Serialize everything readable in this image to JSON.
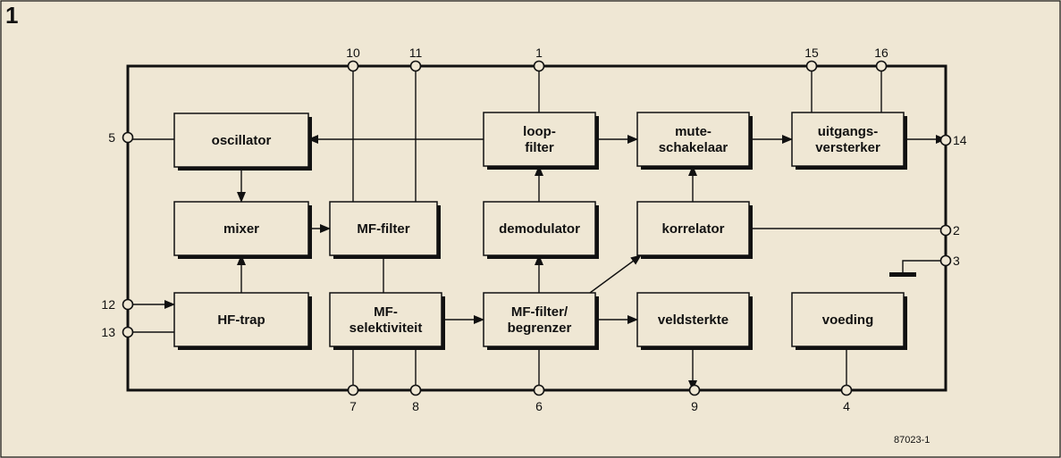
{
  "figure_number": "1",
  "reference": "87023-1",
  "blocks": [
    {
      "id": "oscillator",
      "lines": [
        "oscillator"
      ]
    },
    {
      "id": "mixer",
      "lines": [
        "mixer"
      ]
    },
    {
      "id": "hf-trap",
      "lines": [
        "HF-trap"
      ]
    },
    {
      "id": "mf-filter",
      "lines": [
        "MF-filter"
      ]
    },
    {
      "id": "mf-selektiviteit",
      "lines": [
        "MF-",
        "selektiviteit"
      ]
    },
    {
      "id": "loop-filter",
      "lines": [
        "loop-",
        "filter"
      ]
    },
    {
      "id": "demodulator",
      "lines": [
        "demodulator"
      ]
    },
    {
      "id": "mf-filter-begrenzer",
      "lines": [
        "MF-filter/",
        "begrenzer"
      ]
    },
    {
      "id": "mute-schakelaar",
      "lines": [
        "mute-",
        "schakelaar"
      ]
    },
    {
      "id": "korrelator",
      "lines": [
        "korrelator"
      ]
    },
    {
      "id": "veldsterkte",
      "lines": [
        "veldsterkte"
      ]
    },
    {
      "id": "uitgangs-versterker",
      "lines": [
        "uitgangs-",
        "versterker"
      ]
    },
    {
      "id": "voeding",
      "lines": [
        "voeding"
      ]
    }
  ],
  "pins": [
    "10",
    "11",
    "1",
    "15",
    "16",
    "5",
    "14",
    "2",
    "3",
    "12",
    "13",
    "7",
    "8",
    "6",
    "9",
    "4"
  ]
}
